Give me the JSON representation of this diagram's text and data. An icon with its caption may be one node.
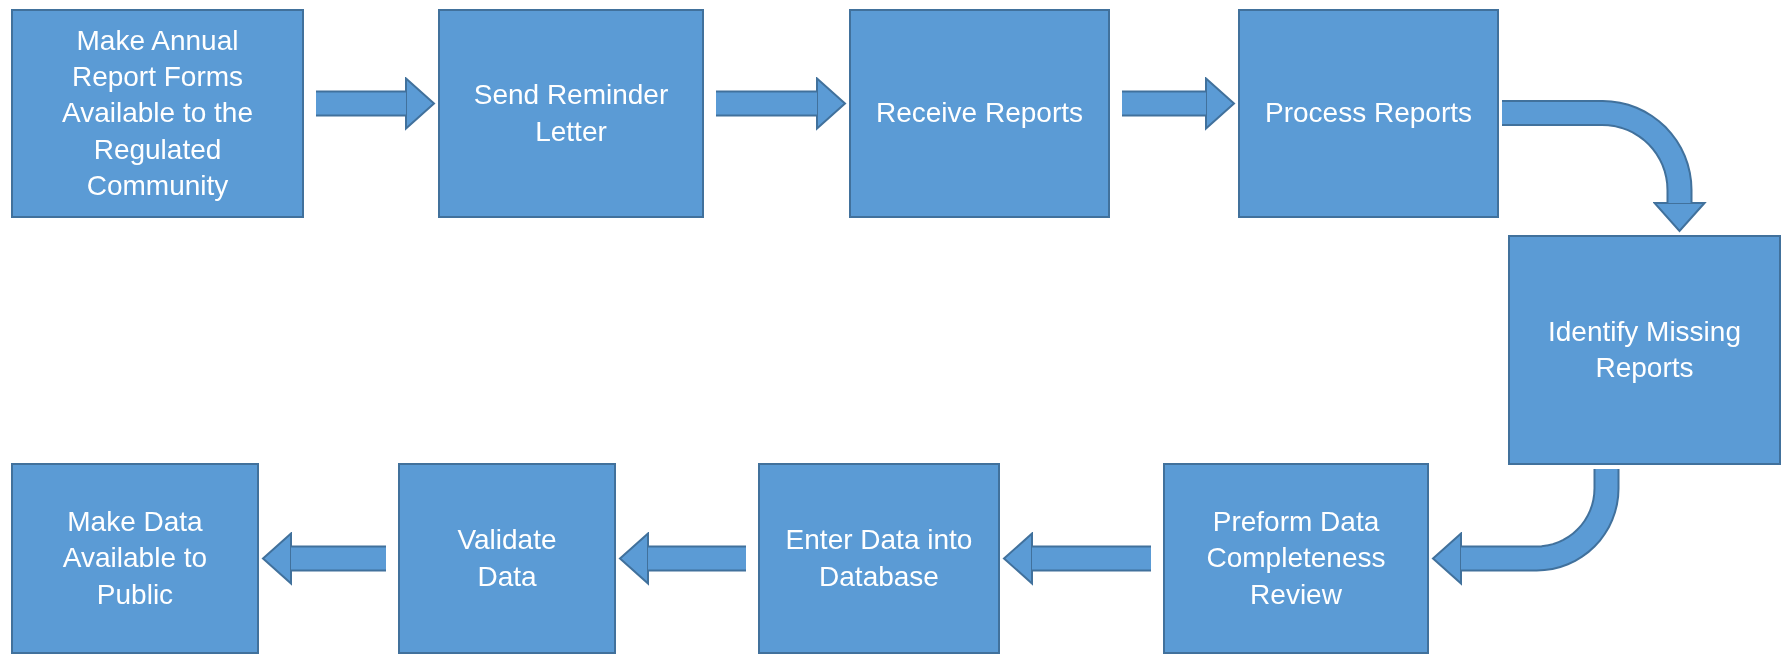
{
  "diagram": {
    "nodes": [
      {
        "text": [
          "Make Annual Report Forms Available to the Regulated Community"
        ]
      },
      {
        "text": [
          "Send Reminder Letter"
        ]
      },
      {
        "text": [
          "Receive Reports"
        ]
      },
      {
        "text": [
          "Process Reports"
        ]
      },
      {
        "text": [
          "Identify Missing Reports"
        ]
      },
      {
        "text": [
          "Preform Data Completeness Review"
        ]
      },
      {
        "text": [
          "Enter Data into Database"
        ]
      },
      {
        "text": [
          "Validate Data"
        ]
      },
      {
        "text": [
          "Make Data Available to Public"
        ]
      }
    ],
    "edges": [
      {
        "from": 0,
        "to": 1,
        "arrow": "to"
      },
      {
        "from": 1,
        "to": 2,
        "arrow": "to"
      },
      {
        "from": 2,
        "to": 3,
        "arrow": "to"
      },
      {
        "from": 3,
        "to": 4,
        "arrow": "to"
      },
      {
        "from": 4,
        "to": 5,
        "arrow": "to"
      },
      {
        "from": 5,
        "to": 6,
        "arrow": "to"
      },
      {
        "from": 6,
        "to": 7,
        "arrow": "to"
      },
      {
        "from": 7,
        "to": 8,
        "arrow": "to"
      }
    ]
  }
}
